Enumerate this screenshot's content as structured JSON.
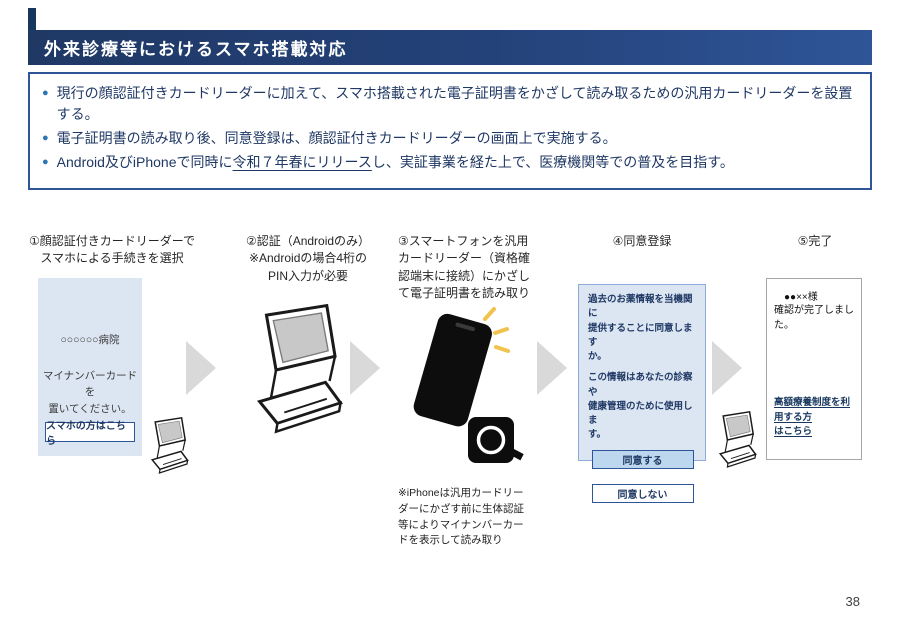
{
  "colors": {
    "header_navy": "#1F3864",
    "header_blue_right": "#2F5597",
    "box_border_blue": "#2E5597",
    "bullet_dot_blue": "#2E75B6",
    "panel_light_blue": "#DCE6F2",
    "agree_button_fill": "#BDD7EE",
    "arrow_gray": "#D9D9D9",
    "sparkle_yellow": "#F2C24E",
    "text_navy": "#1F3864"
  },
  "glyphs": {
    "bullet": "●"
  },
  "header": {
    "title": "外来診療等におけるスマホ搭載対応"
  },
  "bullets": {
    "b1": "現行の顔認証付きカードリーダーに加えて、スマホ搭載された電子証明書をかざして読み取るための汎用カードリーダーを設置する。",
    "b2": "電子証明書の読み取り後、同意登録は、顔認証付きカードリーダーの画面上で実施する。",
    "b3_pre": "Android及びiPhoneで同時に",
    "b3_underline": "令和７年春にリリース",
    "b3_post": "し、実証事業を経た上で、医療機関等での普及を目指す。"
  },
  "steps": {
    "s1": {
      "caption": "①顔認証付きカードリーダーで\nスマホによる手続きを選択",
      "hospital": "○○○○○○病院",
      "instruction": "マイナンバーカードを\n置いてください。",
      "button": "スマホの方はこちら"
    },
    "s2": {
      "caption": "②認証（Androidのみ）\n※Androidの場合4桁の\nPIN入力が必要"
    },
    "s3": {
      "caption": "③スマートフォンを汎用\n カードリーダー（資格確\n 認端末に接続）にかざし\n て電子証明書を読み取り",
      "note": "※iPhoneは汎用カードリー\n ダーにかざす前に生体認証\n 等によりマイナンバーカー\n ドを表示して読み取り"
    },
    "s4": {
      "caption": "④同意登録",
      "text1": "過去のお薬情報を当機関に\n提供することに同意します\nか。",
      "text2": "この情報はあなたの診察や\n健康管理のために使用しま\nす。",
      "agree": "同意する",
      "disagree": "同意しない"
    },
    "s5": {
      "caption": "⑤完了",
      "name": "●●××様",
      "message": "確認が完了しました。",
      "link": "高額療養制度を利用する方\nはこちら"
    }
  },
  "page_number": "38"
}
